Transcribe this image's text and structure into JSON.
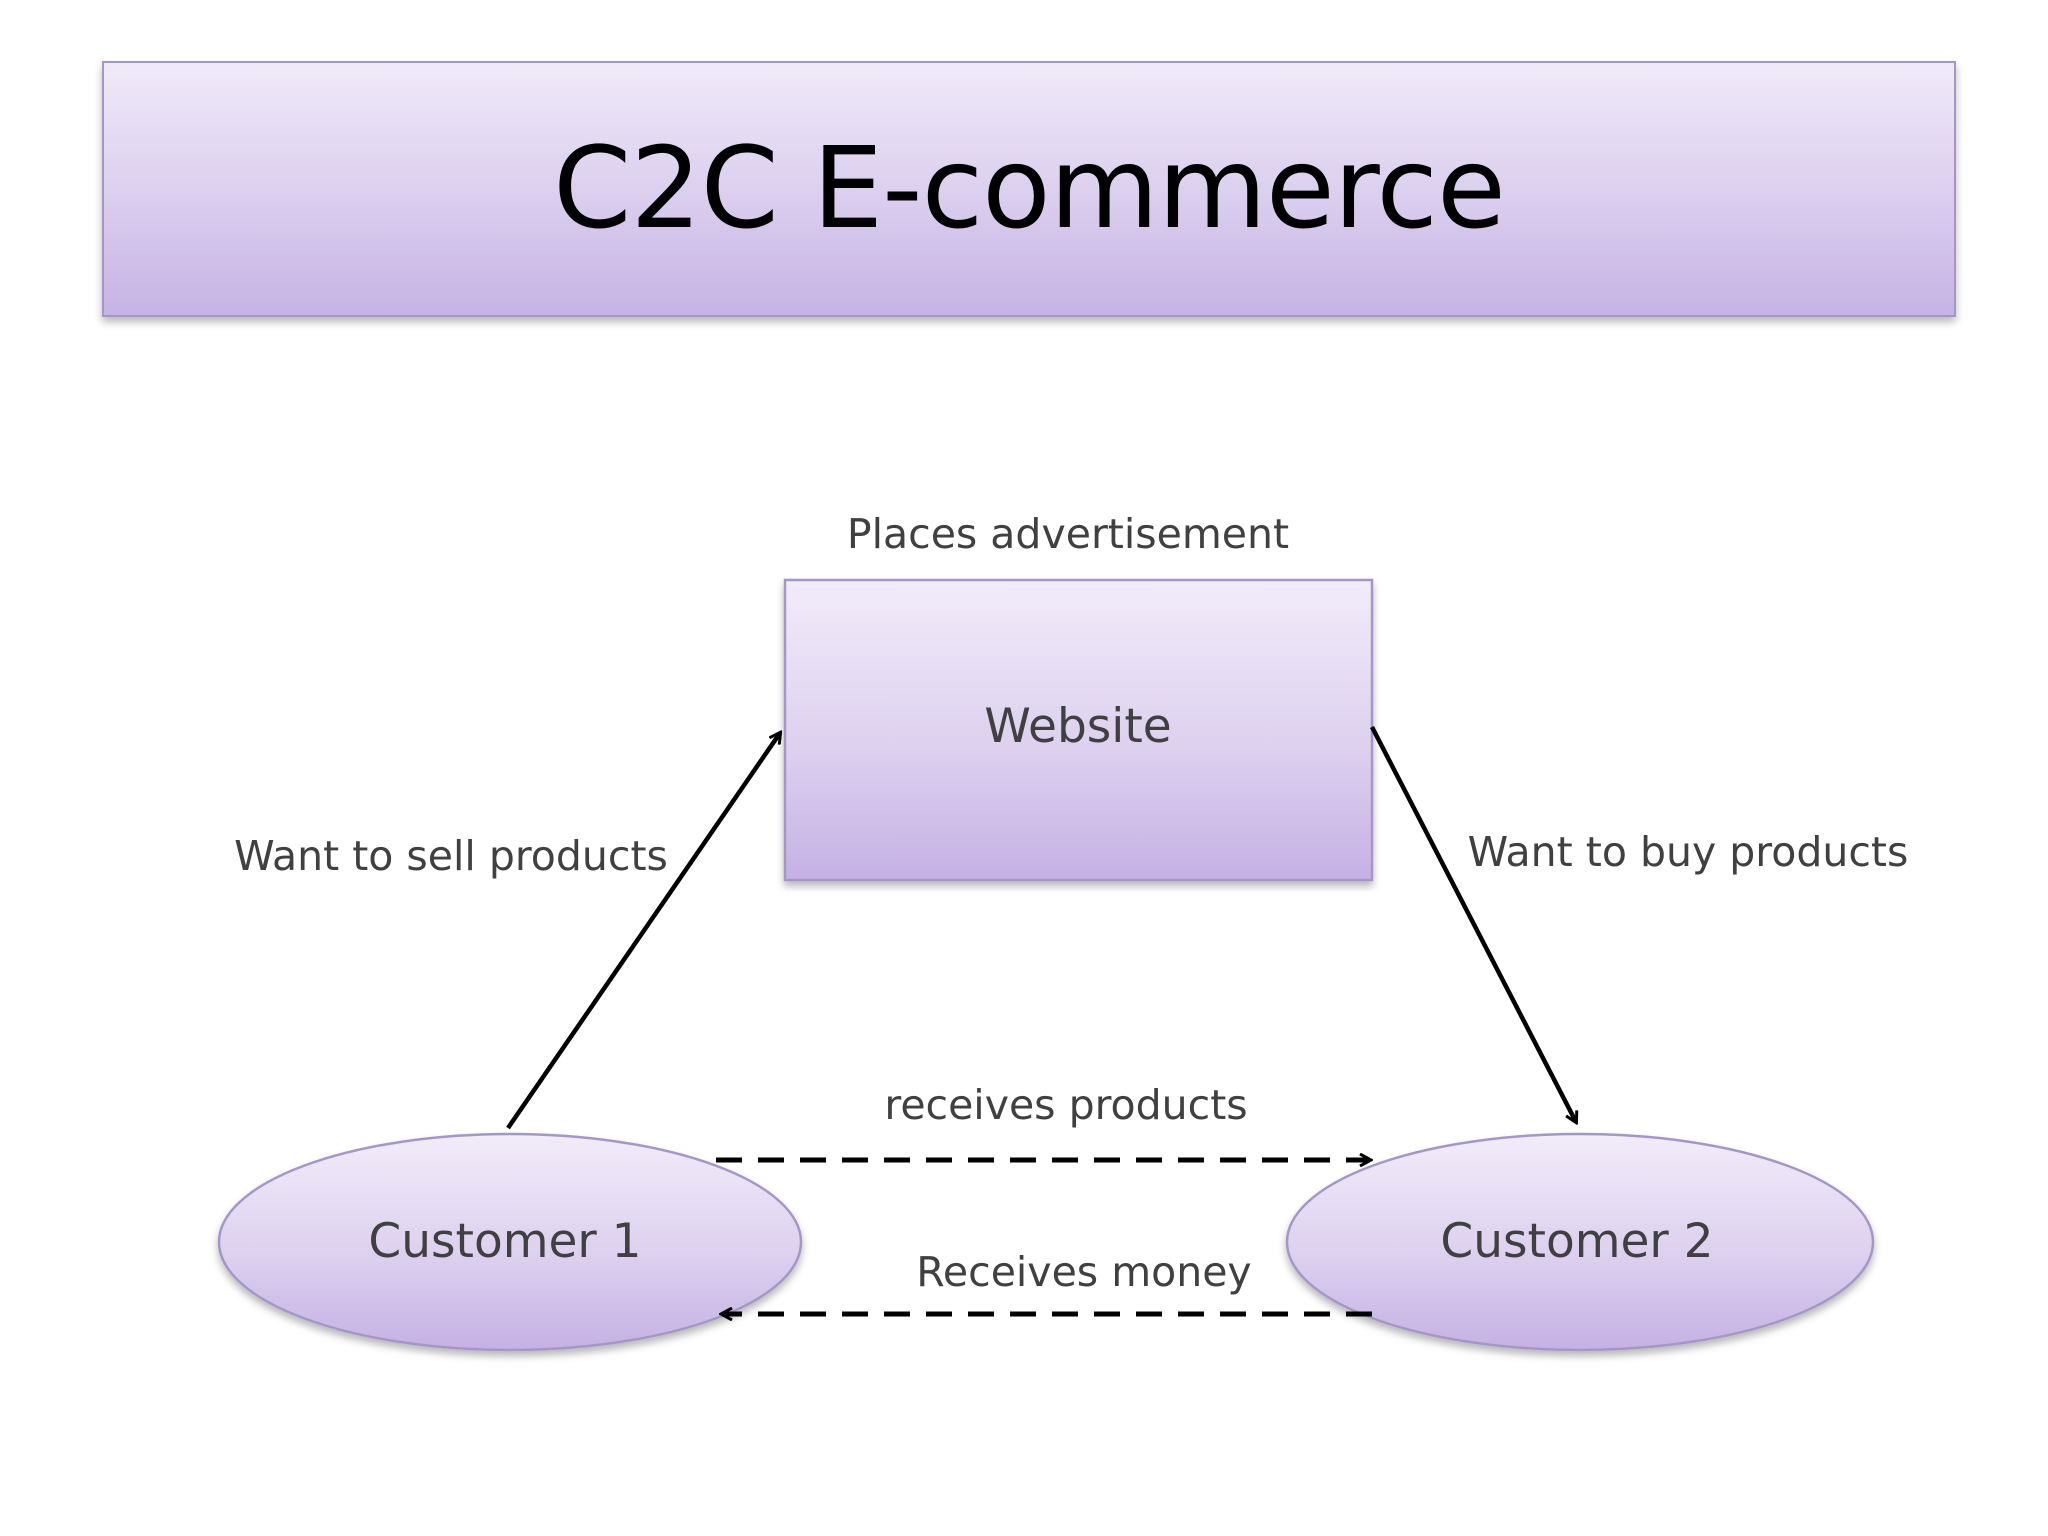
{
  "title": "C2C E-commerce",
  "nodes": {
    "website": "Website",
    "customer1": "Customer 1",
    "customer2": "Customer 2"
  },
  "edges": {
    "places_ad": "Places advertisement",
    "want_sell": "Want to sell products",
    "want_buy": "Want to buy products",
    "receives_products": "receives products",
    "receives_money": "Receives money"
  },
  "colors": {
    "fill_light": "#f0eaf8",
    "fill_dark": "#c6b3e4",
    "border": "#a596c8",
    "arrow": "#000000",
    "label": "#404040"
  }
}
